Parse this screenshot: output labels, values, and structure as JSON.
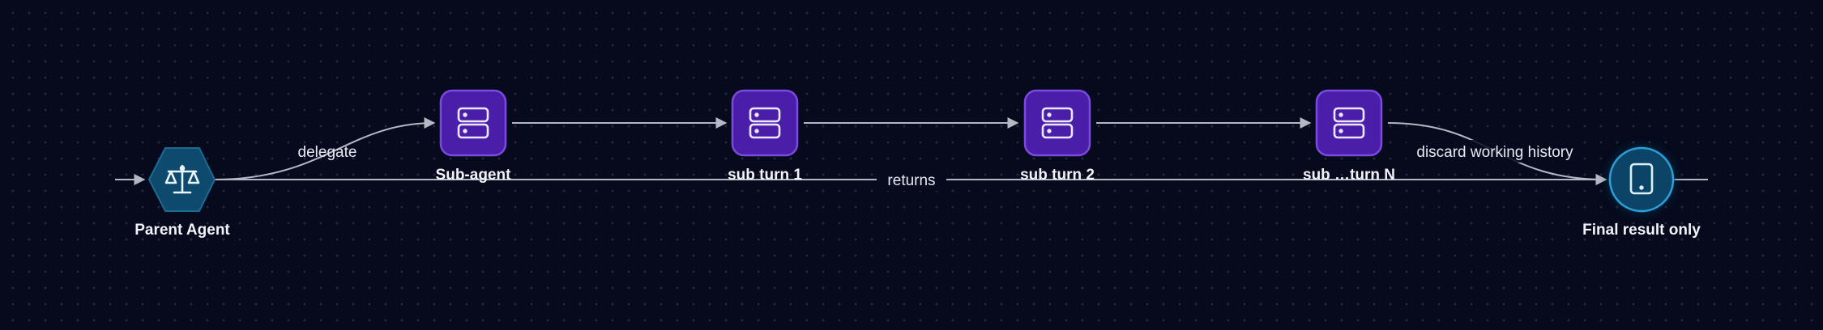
{
  "diagram": {
    "nodes": {
      "parent": {
        "label": "Parent Agent",
        "icon": "scales-icon",
        "shape": "hexagon"
      },
      "subagent": {
        "label": "Sub-agent",
        "icon": "server-icon",
        "shape": "rounded-square"
      },
      "turn1": {
        "label": "sub turn 1",
        "icon": "server-icon",
        "shape": "rounded-square"
      },
      "turn2": {
        "label": "sub turn 2",
        "icon": "server-icon",
        "shape": "rounded-square"
      },
      "turnN": {
        "label": "sub …turn N",
        "icon": "server-icon",
        "shape": "rounded-square"
      },
      "final": {
        "label": "Final result only",
        "icon": "tablet-icon",
        "shape": "circle"
      }
    },
    "edges": {
      "delegate": {
        "label": "delegate"
      },
      "returns": {
        "label": "returns"
      },
      "discard": {
        "label": "discard working history"
      }
    },
    "colors": {
      "background": "#060a1c",
      "edge": "#b4b7c4",
      "purple_fill": "#4a1ea8",
      "purple_stroke": "#7b4ae0",
      "hex_fill": "#0d4a6e",
      "circle_fill": "#0c4468",
      "circle_stroke": "#2b9fd8",
      "label": "#f2f3f8"
    }
  }
}
